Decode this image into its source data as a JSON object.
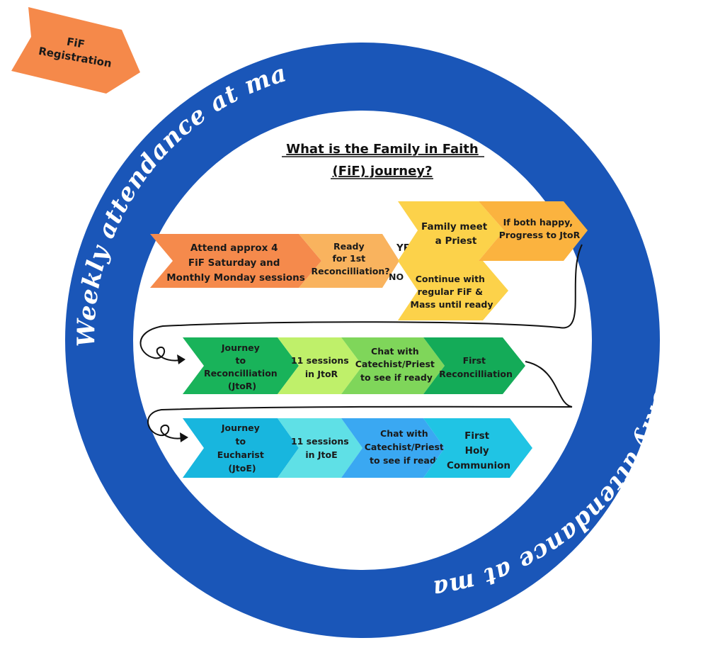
{
  "title": [
    "What is the Family in Faith",
    "(FiF) journey?"
  ],
  "registration": [
    "FiF",
    "Registration"
  ],
  "ring_text_top": "Weekly attendance at mass",
  "ring_text_bottom": "Weekly attendance at mass",
  "row1": {
    "attend": [
      "Attend approx 4",
      "FiF  Saturday and",
      "Monthly Monday sessions"
    ],
    "ready": [
      "Ready",
      "for 1st",
      "Reconcilliation?"
    ],
    "yes": "YES",
    "no": "NO",
    "meet_priest": [
      "Family meet",
      "a Priest"
    ],
    "progress": [
      "If both happy,",
      "Progress to JtoR"
    ],
    "continue": [
      "Continue with",
      "regular FiF &",
      "Mass until ready"
    ]
  },
  "row2": [
    [
      "Journey",
      "to",
      "Reconcilliation",
      "(JtoR)"
    ],
    [
      "11 sessions",
      "in JtoR"
    ],
    [
      "Chat with",
      "Catechist/Priest",
      "to see if ready"
    ],
    [
      "First",
      "Reconcilliation"
    ]
  ],
  "row3": [
    [
      "Journey",
      "to",
      "Eucharist",
      "(JtoE)"
    ],
    [
      "11 sessions",
      "in JtoE"
    ],
    [
      "Chat with",
      "Catechist/Priest",
      "to see if ready"
    ],
    [
      "First",
      "Holy",
      "Communion"
    ]
  ],
  "colors": {
    "ring": "#1a56b8",
    "registration": "#f5894a",
    "row1_attend": "#f58a4c",
    "row1_ready": "#f9b35e",
    "row1_priest": "#fcd24a",
    "row1_progress": "#fbb33f",
    "row1_continue": "#fcd24a",
    "row2": [
      "#19b35a",
      "#bff06a",
      "#7fd65a",
      "#14ab58"
    ],
    "row3": [
      "#18b6de",
      "#5fe0e6",
      "#3aa8f2",
      "#20c4e4"
    ]
  }
}
